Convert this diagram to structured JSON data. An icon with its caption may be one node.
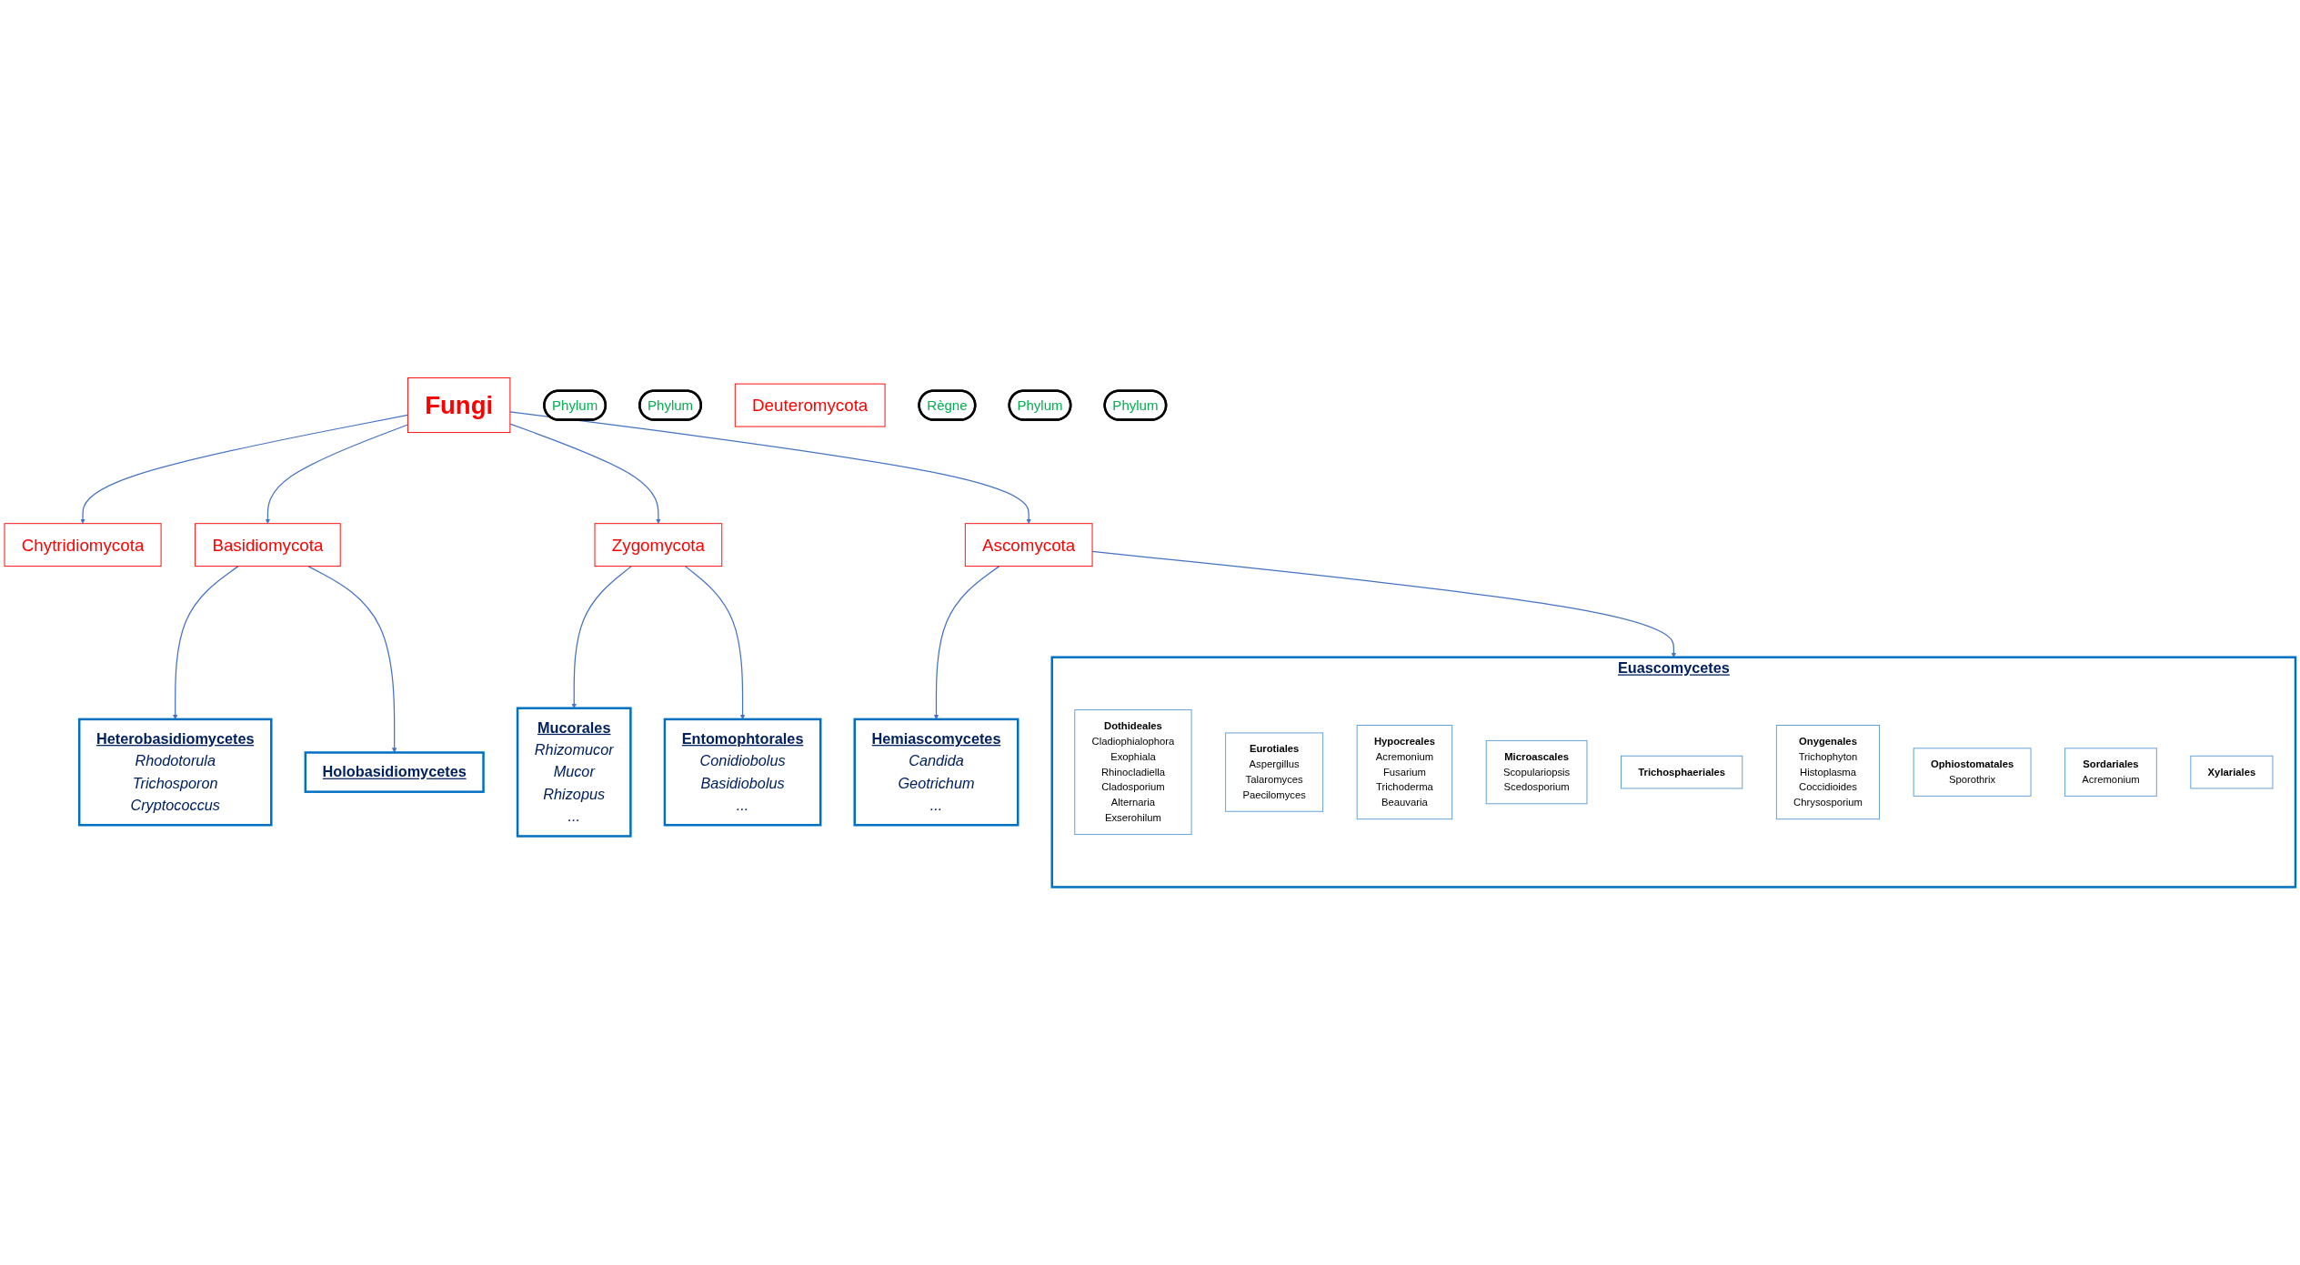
{
  "diagram": {
    "nodes": [
      {
        "text": [
          "Chytridiomycota"
        ]
      },
      {
        "text": [
          "Phylum"
        ]
      },
      {
        "text": [
          "Heterobasidiomycetes",
          "Rhodotorula",
          "Trichosporon",
          "Cryptococcus"
        ]
      },
      {
        "text": [
          "Holobasidiomycetes"
        ]
      },
      {
        "text": [
          "Basidiomycota"
        ]
      },
      {
        "text": [
          "Phylum"
        ]
      },
      {
        "text": [
          "Deuteromycota"
        ]
      },
      {
        "text": [
          "Fungi"
        ]
      },
      {
        "text": [
          "Règne"
        ]
      },
      {
        "text": [
          "Zygomycota"
        ]
      },
      {
        "text": [
          "Ascomycota"
        ]
      },
      {
        "text": [
          "Phylum"
        ]
      },
      {
        "text": [
          "Phylum"
        ]
      },
      {
        "text": [
          "Mucorales",
          "Rhizomucor",
          "Mucor",
          "Rhizopus",
          "..."
        ]
      },
      {
        "text": [
          "Entomophtorales",
          "Conidiobolus",
          "Basidiobolus",
          "..."
        ]
      },
      {
        "text": [
          "Hemiascomycetes",
          "Candida",
          "Geotrichum",
          "..."
        ]
      },
      {
        "text": [
          "Euascomycetes"
        ]
      },
      {
        "text": [
          "Dothideales",
          "Cladiophialophora",
          "Exophiala",
          "Rhinocladiella",
          "Cladosporium",
          "Alternaria",
          "Exserohilum"
        ],
        "in": 16
      },
      {
        "text": [
          "Eurotiales",
          "Aspergillus",
          "Talaromyces",
          "Paecilomyces"
        ],
        "in": 16
      },
      {
        "text": [
          "Hypocreales",
          "Acremonium",
          "Fusarium",
          "Trichoderma",
          "Beauvaria"
        ],
        "in": 16
      },
      {
        "text": [
          "Microascales",
          "Scopulariopsis",
          "Scedosporium"
        ],
        "in": 16
      },
      {
        "text": [
          "Trichosphaeriales"
        ],
        "in": 16
      },
      {
        "text": [
          "Onygenales",
          "Trichophyton",
          "Histoplasma",
          "Coccidioides",
          "Chrysosporium"
        ],
        "in": 16
      },
      {
        "text": [
          "Ophiostomatales",
          "Sporothrix"
        ],
        "in": 16
      },
      {
        "text": [
          "Sordariales",
          "Acremonium"
        ],
        "in": 16
      },
      {
        "text": [
          "Xylariales"
        ],
        "in": 16
      }
    ],
    "edges": [
      {
        "from": 7,
        "to": 0,
        "arrow": "to"
      },
      {
        "from": 7,
        "to": 4,
        "arrow": "to"
      },
      {
        "from": 4,
        "to": 2,
        "arrow": "to"
      },
      {
        "from": 4,
        "to": 3,
        "arrow": "to"
      },
      {
        "from": 7,
        "to": 9,
        "arrow": "to"
      },
      {
        "from": 7,
        "to": 10,
        "arrow": "to"
      },
      {
        "from": 9,
        "to": 13,
        "arrow": "to"
      },
      {
        "from": 9,
        "to": 14,
        "arrow": "to"
      },
      {
        "from": 10,
        "to": 15,
        "arrow": "to"
      },
      {
        "from": 10,
        "to": 16,
        "arrow": "to"
      }
    ]
  }
}
